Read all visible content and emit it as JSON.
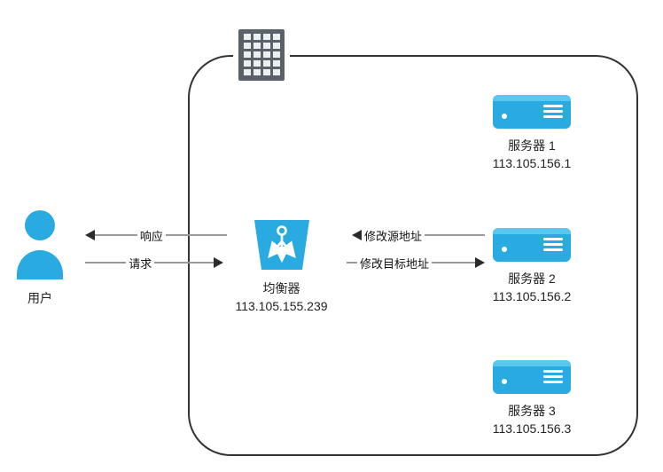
{
  "colors": {
    "accent": "#29ABE2",
    "accent-light": "#5BC6EE",
    "line": "#999999",
    "arrow": "#2b2b2b",
    "border": "#333333",
    "building": "#5B6168",
    "text": "#222222"
  },
  "user": {
    "label": "用户"
  },
  "user_lb_flows": {
    "response_label": "响应",
    "request_label": "请求"
  },
  "load_balancer": {
    "label": "均衡器",
    "ip": "113.105.155.239"
  },
  "lb_server_flows": {
    "modify_source_label": "修改源地址",
    "modify_target_label": "修改目标地址"
  },
  "servers": [
    {
      "label": "服务器 1",
      "ip": "113.105.156.1"
    },
    {
      "label": "服务器 2",
      "ip": "113.105.156.2"
    },
    {
      "label": "服务器 3",
      "ip": "113.105.156.3"
    }
  ]
}
